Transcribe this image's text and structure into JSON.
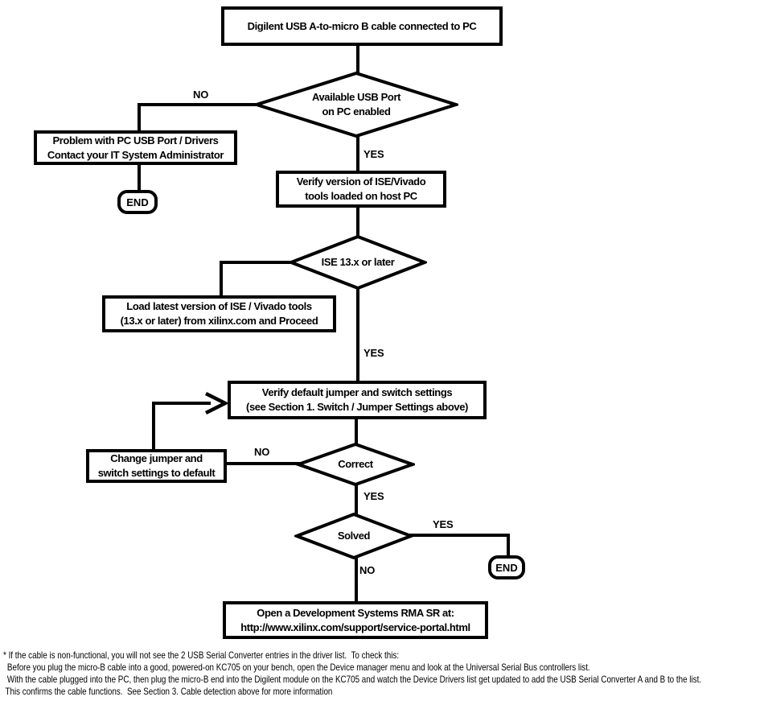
{
  "diagram": {
    "nodes": {
      "start": {
        "text": "Digilent USB A-to-micro B cable connected to PC"
      },
      "usb_port": {
        "line1": "Available USB Port",
        "line2": "on PC enabled"
      },
      "problem": {
        "line1": "Problem with PC USB Port / Drivers",
        "line2": "Contact your IT System Administrator"
      },
      "end1": {
        "text": "END"
      },
      "verify_ise": {
        "line1": "Verify version of ISE/Vivado",
        "line2": "tools loaded on host PC"
      },
      "ise_version": {
        "text": "ISE 13.x or later"
      },
      "load_ise": {
        "line1": "Load latest version of ISE / Vivado tools",
        "line2": "(13.x or later) from xilinx.com and Proceed"
      },
      "verify_jumper": {
        "line1": "Verify default jumper and switch settings",
        "line2": "(see Section 1. Switch / Jumper Settings above)"
      },
      "correct": {
        "text": "Correct"
      },
      "change_jumper": {
        "line1": "Change jumper and",
        "line2": "switch settings to default"
      },
      "solved": {
        "text": "Solved"
      },
      "end2": {
        "text": "END"
      },
      "rma": {
        "line1": "Open a Development Systems RMA SR at:",
        "line2": "http://www.xilinx.com/support/service-portal.html"
      }
    },
    "edge_labels": {
      "usb_no": "NO",
      "usb_yes": "YES",
      "ise_yes": "YES",
      "correct_no": "NO",
      "correct_yes": "YES",
      "solved_yes": "YES",
      "solved_no": "NO"
    },
    "footnote": {
      "line1": "* If the cable is non-functional, you will not see the 2 USB Serial Converter entries in the driver list.  To check this:",
      "line2": "Before you plug the micro-B cable into a good, powered-on KC705 on your bench, open the Device manager menu and look at the Universal Serial Bus controllers list.",
      "line3": "With the cable plugged into the PC, then plug the micro-B end into the Digilent module on the KC705 and watch the Device Drivers list get updated to add the USB Serial Converter A and B to the list.",
      "line4": "This confirms the cable functions.  See Section 3. Cable detection above for more information"
    },
    "colors": {
      "line": "#000000",
      "background": "#ffffff"
    }
  }
}
